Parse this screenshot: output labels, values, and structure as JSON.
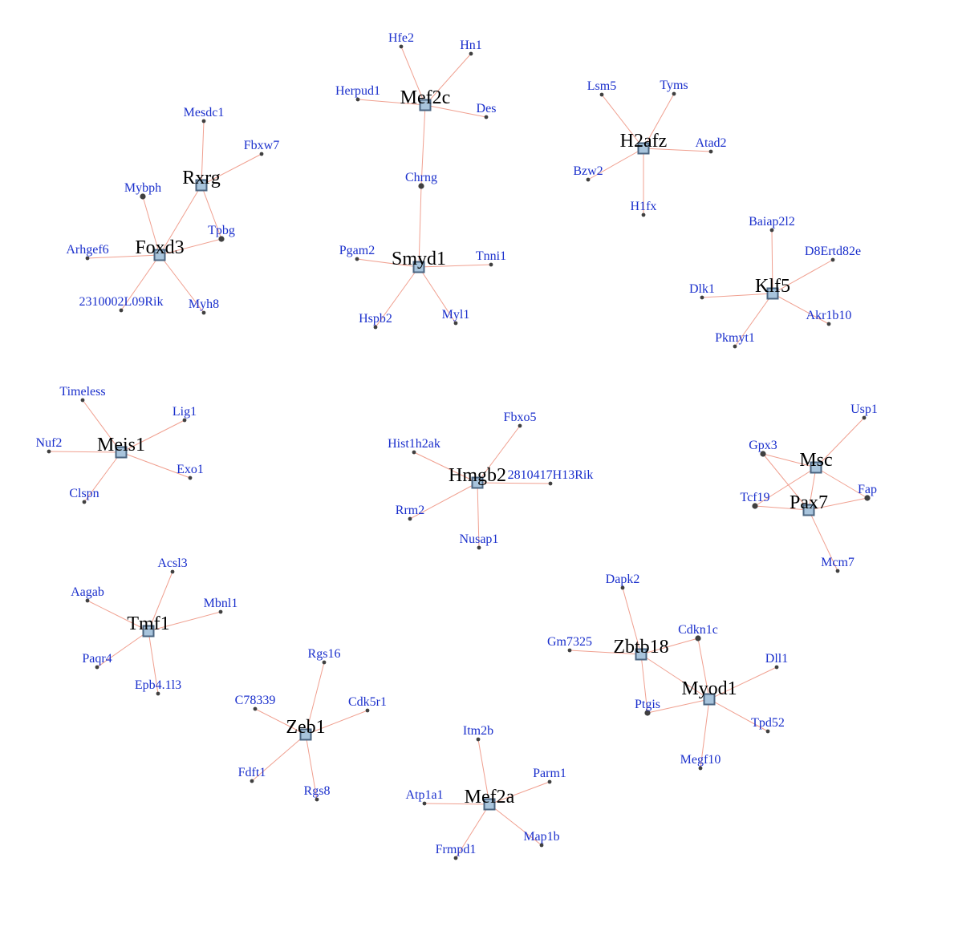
{
  "colors": {
    "hub_fill": "#a8c4dc",
    "hub_stroke": "#4a6480",
    "edge": "#f0a090",
    "target_label": "#1a2fcc",
    "hub_label": "#000000",
    "target_dot": "#404040"
  },
  "hubs": [
    "Rxrg",
    "Foxd3",
    "Mef2c",
    "Smyd1",
    "H2afz",
    "Klf5",
    "Meis1",
    "Hmgb2",
    "Msc",
    "Pax7",
    "Tmf1",
    "Zbtb18",
    "Myod1",
    "Zeb1",
    "Mef2a"
  ],
  "targets": [
    "Mesdc1",
    "Fbxw7",
    "Mybph",
    "Tpbg",
    "Arhgef6",
    "2310002L09Rik",
    "Myh8",
    "Hfe2",
    "Hn1",
    "Herpud1",
    "Des",
    "Chrng",
    "Pgam2",
    "Tnni1",
    "Hspb2",
    "Myl1",
    "Lsm5",
    "Tyms",
    "Atad2",
    "Bzw2",
    "H1fx",
    "Baiap2l2",
    "D8Ertd82e",
    "Dlk1",
    "Akr1b10",
    "Pkmyt1",
    "Timeless",
    "Lig1",
    "Nuf2",
    "Exo1",
    "Clspn",
    "Fbxo5",
    "Hist1h2ak",
    "2810417H13Rik",
    "Rrm2",
    "Nusap1",
    "Usp1",
    "Gpx3",
    "Fap",
    "Tcf19",
    "Mcm7",
    "Acsl3",
    "Aagab",
    "Mbnl1",
    "Paqr4",
    "Epb4.1l3",
    "Dapk2",
    "Cdkn1c",
    "Gm7325",
    "Dll1",
    "Ptgis",
    "Tpd52",
    "Megf10",
    "Rgs16",
    "C78339",
    "Cdk5r1",
    "Fdft1",
    "Rgs8",
    "Itm2b",
    "Parm1",
    "Atp1a1",
    "Map1b",
    "Frmpd1"
  ],
  "edges": [
    [
      "Rxrg",
      "Mesdc1"
    ],
    [
      "Rxrg",
      "Fbxw7"
    ],
    [
      "Rxrg",
      "Tpbg"
    ],
    [
      "Rxrg",
      "Foxd3"
    ],
    [
      "Foxd3",
      "Mybph"
    ],
    [
      "Foxd3",
      "Tpbg"
    ],
    [
      "Foxd3",
      "Arhgef6"
    ],
    [
      "Foxd3",
      "2310002L09Rik"
    ],
    [
      "Foxd3",
      "Myh8"
    ],
    [
      "Mef2c",
      "Hfe2"
    ],
    [
      "Mef2c",
      "Hn1"
    ],
    [
      "Mef2c",
      "Herpud1"
    ],
    [
      "Mef2c",
      "Des"
    ],
    [
      "Mef2c",
      "Chrng"
    ],
    [
      "Smyd1",
      "Chrng"
    ],
    [
      "Smyd1",
      "Pgam2"
    ],
    [
      "Smyd1",
      "Tnni1"
    ],
    [
      "Smyd1",
      "Hspb2"
    ],
    [
      "Smyd1",
      "Myl1"
    ],
    [
      "H2afz",
      "Lsm5"
    ],
    [
      "H2afz",
      "Tyms"
    ],
    [
      "H2afz",
      "Atad2"
    ],
    [
      "H2afz",
      "Bzw2"
    ],
    [
      "H2afz",
      "H1fx"
    ],
    [
      "Klf5",
      "Baiap2l2"
    ],
    [
      "Klf5",
      "D8Ertd82e"
    ],
    [
      "Klf5",
      "Dlk1"
    ],
    [
      "Klf5",
      "Akr1b10"
    ],
    [
      "Klf5",
      "Pkmyt1"
    ],
    [
      "Meis1",
      "Timeless"
    ],
    [
      "Meis1",
      "Lig1"
    ],
    [
      "Meis1",
      "Nuf2"
    ],
    [
      "Meis1",
      "Exo1"
    ],
    [
      "Meis1",
      "Clspn"
    ],
    [
      "Hmgb2",
      "Fbxo5"
    ],
    [
      "Hmgb2",
      "Hist1h2ak"
    ],
    [
      "Hmgb2",
      "2810417H13Rik"
    ],
    [
      "Hmgb2",
      "Rrm2"
    ],
    [
      "Hmgb2",
      "Nusap1"
    ],
    [
      "Msc",
      "Usp1"
    ],
    [
      "Msc",
      "Gpx3"
    ],
    [
      "Msc",
      "Fap"
    ],
    [
      "Msc",
      "Tcf19"
    ],
    [
      "Msc",
      "Pax7"
    ],
    [
      "Pax7",
      "Gpx3"
    ],
    [
      "Pax7",
      "Fap"
    ],
    [
      "Pax7",
      "Tcf19"
    ],
    [
      "Pax7",
      "Mcm7"
    ],
    [
      "Tmf1",
      "Acsl3"
    ],
    [
      "Tmf1",
      "Aagab"
    ],
    [
      "Tmf1",
      "Mbnl1"
    ],
    [
      "Tmf1",
      "Paqr4"
    ],
    [
      "Tmf1",
      "Epb4.1l3"
    ],
    [
      "Zbtb18",
      "Dapk2"
    ],
    [
      "Zbtb18",
      "Cdkn1c"
    ],
    [
      "Zbtb18",
      "Gm7325"
    ],
    [
      "Zbtb18",
      "Ptgis"
    ],
    [
      "Zbtb18",
      "Myod1"
    ],
    [
      "Myod1",
      "Cdkn1c"
    ],
    [
      "Myod1",
      "Dll1"
    ],
    [
      "Myod1",
      "Ptgis"
    ],
    [
      "Myod1",
      "Tpd52"
    ],
    [
      "Myod1",
      "Megf10"
    ],
    [
      "Zeb1",
      "Rgs16"
    ],
    [
      "Zeb1",
      "C78339"
    ],
    [
      "Zeb1",
      "Cdk5r1"
    ],
    [
      "Zeb1",
      "Fdft1"
    ],
    [
      "Zeb1",
      "Rgs8"
    ],
    [
      "Mef2a",
      "Itm2b"
    ],
    [
      "Mef2a",
      "Parm1"
    ],
    [
      "Mef2a",
      "Atp1a1"
    ],
    [
      "Mef2a",
      "Map1b"
    ],
    [
      "Mef2a",
      "Frmpd1"
    ]
  ]
}
